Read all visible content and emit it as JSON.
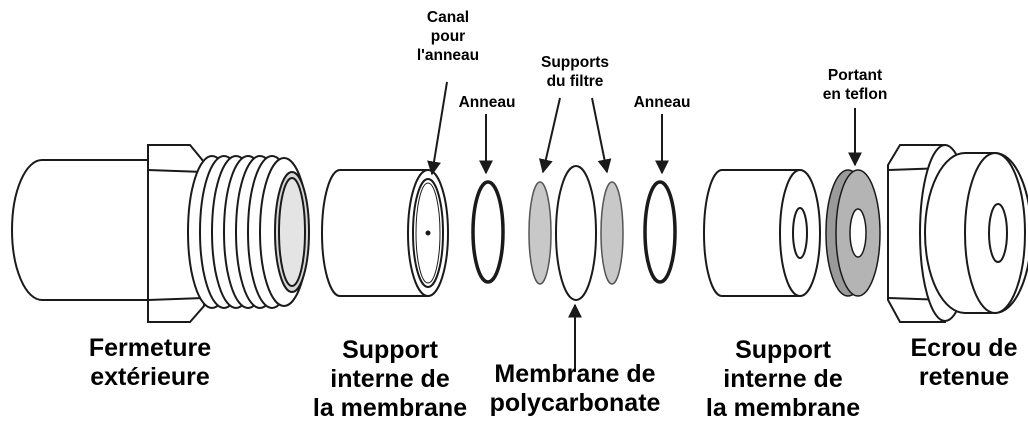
{
  "labels": {
    "canal": [
      "Canal",
      "pour",
      "l'anneau"
    ],
    "supports_filtre": [
      "Supports",
      "du filtre"
    ],
    "anneau_left": "Anneau",
    "anneau_right": "Anneau",
    "portant": [
      "Portant",
      "en teflon"
    ],
    "fermeture": [
      "Fermeture",
      "extérieure"
    ],
    "support_left": [
      "Support",
      "interne de",
      "la membrane"
    ],
    "membrane": [
      "Membrane de",
      "polycarbonate"
    ],
    "support_right": [
      "Support",
      "interne de",
      "la membrane"
    ],
    "ecrou": [
      "Ecrou de",
      "retenue"
    ]
  },
  "colors": {
    "stroke": "#1a1a1a",
    "filter_support_fill": "#c8c8c8",
    "teflon_fill": "#9a9a9a",
    "part_fill": "#ffffff"
  }
}
